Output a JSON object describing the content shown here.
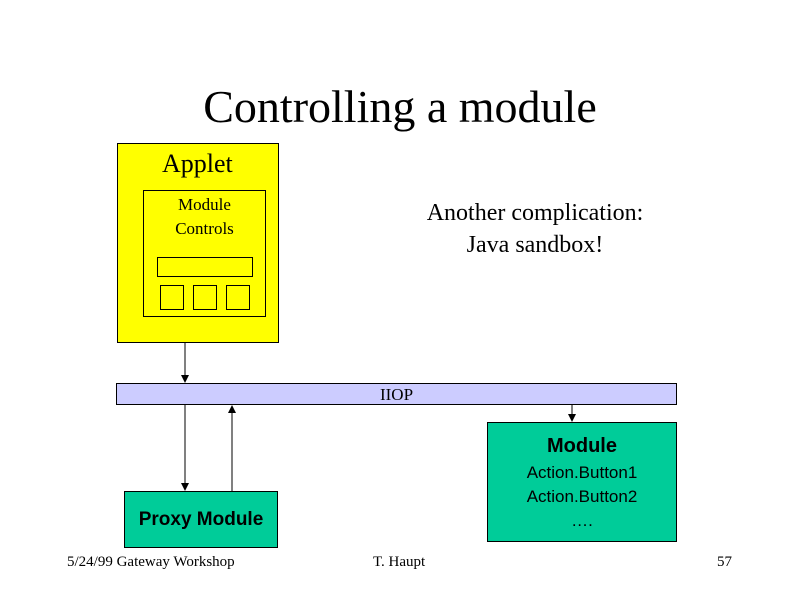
{
  "slide": {
    "title": "Controlling a module"
  },
  "applet": {
    "label": "Applet",
    "module_controls": {
      "line1": "Module",
      "line2": "Controls"
    }
  },
  "note": {
    "line1": "Another complication:",
    "line2": "Java sandbox!"
  },
  "bus": {
    "label": "IIOP"
  },
  "module": {
    "title": "Module",
    "items": [
      "Action.Button1",
      "Action.Button2",
      "…."
    ]
  },
  "proxy": {
    "label": "Proxy Module"
  },
  "footer": {
    "left": "5/24/99 Gateway Workshop",
    "center": "T. Haupt",
    "right": "57"
  },
  "colors": {
    "applet_fill": "#ffff00",
    "bus_fill": "#ccccff",
    "module_fill": "#00cc99"
  }
}
